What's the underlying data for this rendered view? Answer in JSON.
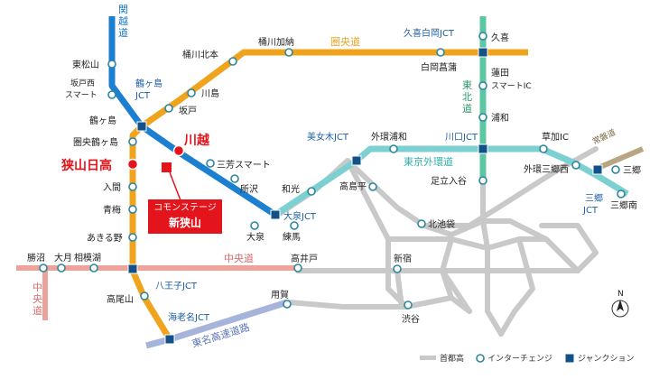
{
  "roads": {
    "ken_o": "圏央道",
    "kanetsu": [
      "関",
      "越",
      "道"
    ],
    "tohoku": [
      "東",
      "北",
      "道"
    ],
    "gaikan": "東京外環道",
    "chuo": "中央道",
    "chuo_vertical": [
      "中",
      "央",
      "道"
    ],
    "tomei": "東名高速道路",
    "tekkyu": "常磐道"
  },
  "interchanges": {
    "higashi_matsuyama": "東松山",
    "sakado_nishi_1": "坂戸西",
    "sakado_nishi_2": "スマート",
    "tsurugashima": "鶴ヶ島",
    "kenou_tsurugashima": "圏央鶴ヶ島",
    "sayama_hidaka": "狭山日高",
    "iruma": "入間",
    "ome": "青梅",
    "akiruno": "あきる野",
    "takaozan": "高尾山",
    "okegawa_kitamoto": "桶川北本",
    "okegawa_kano": "桶川加納",
    "shiraoka_shobu": "白岡菖蒲",
    "kuki": "久喜",
    "hasuda_1": "蓮田",
    "hasuda_2": "スマートIC",
    "urawa": "浦和",
    "kawajima": "川島",
    "sakado": "坂戸",
    "kawagoe": "川越",
    "miyoshi_smart": "三芳スマート",
    "tokorozawa": "所沢",
    "wako": "和光",
    "oizumi": "大泉",
    "nerima": "練馬",
    "takashimadaira": "高島平",
    "gaikan_urawa": "外環浦和",
    "adachi_iriya": "足立入谷",
    "soka": "草加IC",
    "gaikan_misato_nishi": "外環三郷西",
    "misato": "三郷",
    "misato_minami": "三郷南",
    "kitaikebukuro": "北池袋",
    "shinjuku": "新宿",
    "shibuya": "渋谷",
    "takaido": "高井戸",
    "yoga": "用賀",
    "katsunuma": "勝沼",
    "otsuki": "大月",
    "sagamiko": "相模湖"
  },
  "junctions": {
    "tsurugashima_jct_1": "鶴ヶ島",
    "tsurugashima_jct_2": "JCT",
    "kuki_shiraoka_jct": "久喜白岡JCT",
    "bijogi_jct": "美女木JCT",
    "kawaguchi_jct": "川口JCT",
    "oizumi_jct": "大泉JCT",
    "hachioji_jct": "八王子JCT",
    "ebina_jct": "海老名JCT",
    "misato_jct_1": "三郷",
    "misato_jct_2": "JCT"
  },
  "property": {
    "line1": "コモンステージ",
    "line2": "新狭山"
  },
  "compass": "N",
  "legend": {
    "shutoko": "首都高",
    "interchange": "インターチェンジ",
    "junction": "ジャンクション"
  },
  "colors": {
    "ken_o": "#f0a41e",
    "kanetsu": "#1c7fcf",
    "tohoku": "#5cc7a0",
    "gaikan": "#7dd0d2",
    "chuo": "#eea39a",
    "tomei": "#a6b4dc",
    "shutoko": "#c8c8c8",
    "tekkyu": "#b8a584",
    "highlight": "#e3141b",
    "junction": "#12508a"
  }
}
